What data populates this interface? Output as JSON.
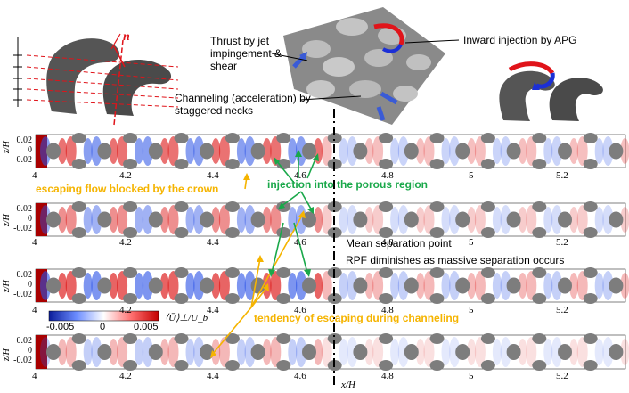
{
  "labels": {
    "thrust": "Thrust by jet impingement & shear",
    "channeling": "Channeling (acceleration) by staggered necks",
    "inward": "Inward injection by APG",
    "escaping_blocked": "escaping flow blocked by the crown",
    "injection": "injection into the porous region",
    "tendency": "tendency of escaping during channeling",
    "mean_sep": "Mean separation point",
    "rpf": "RPF diminishes as massive separation occurs",
    "x_axis": "x/H",
    "z_axis": "z/H",
    "colorbar_label": "⟨Ū⟩⊥/U_b",
    "vector_symbol": "n"
  },
  "x_ticks": [
    "4",
    "4.2",
    "4.4",
    "4.6",
    "4.8",
    "5",
    "5.2"
  ],
  "z_ticks": [
    "0.02",
    "0",
    "-0.02"
  ],
  "colorbar": {
    "min": "-0.005",
    "mid": "0",
    "max": "0.005",
    "min_color": "#0b1d9a",
    "mid_color": "#ffffff",
    "max_color": "#c40000"
  },
  "colors": {
    "yellow": "#f5b400",
    "green": "#1aa84a",
    "red": "#e0141a",
    "blue": "#1b2fd6"
  }
}
